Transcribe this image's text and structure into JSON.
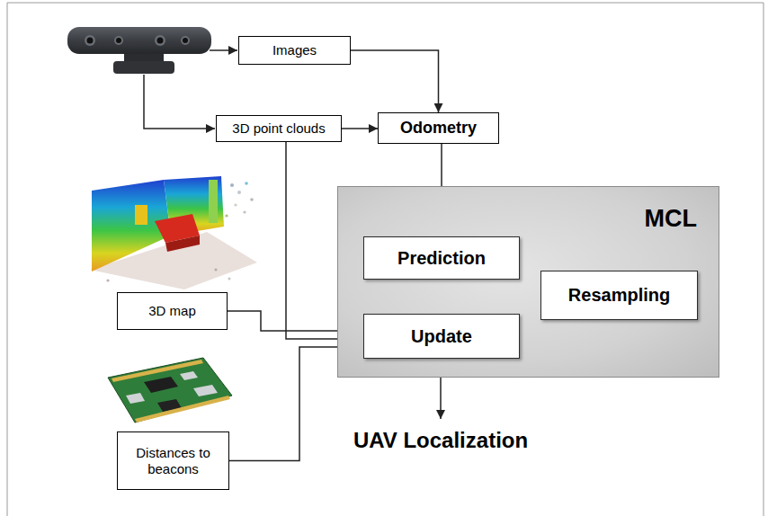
{
  "diagram": {
    "nodes": [
      {
        "text": [
          "Images"
        ]
      },
      {
        "text": [
          "3D point clouds"
        ]
      },
      {
        "text": [
          "Odometry"
        ]
      },
      {
        "text": [
          "MCL"
        ]
      },
      {
        "text": [
          "Prediction"
        ],
        "in": 3
      },
      {
        "text": [
          "Resampling"
        ],
        "in": 3
      },
      {
        "text": [
          "Update"
        ],
        "in": 3
      },
      {
        "text": [
          "3D map"
        ]
      },
      {
        "text": [
          "Distances to beacons"
        ]
      }
    ],
    "edges": [
      {
        "from": 0,
        "to": 2,
        "arrow": "to"
      },
      {
        "from": 1,
        "to": 2,
        "arrow": "to"
      },
      {
        "from": 2,
        "to": 4,
        "arrow": "to"
      },
      {
        "from": 4,
        "to": 6,
        "arrow": "to"
      },
      {
        "from": 6,
        "to": 5,
        "arrow": "to"
      },
      {
        "from": 5,
        "to": 4,
        "arrow": "to"
      },
      {
        "from": 1,
        "to": 6,
        "arrow": "to"
      },
      {
        "from": 7,
        "to": 6,
        "arrow": "to"
      },
      {
        "from": 8,
        "to": 6,
        "arrow": "to"
      }
    ],
    "labels": [
      "UAV Localization"
    ]
  }
}
